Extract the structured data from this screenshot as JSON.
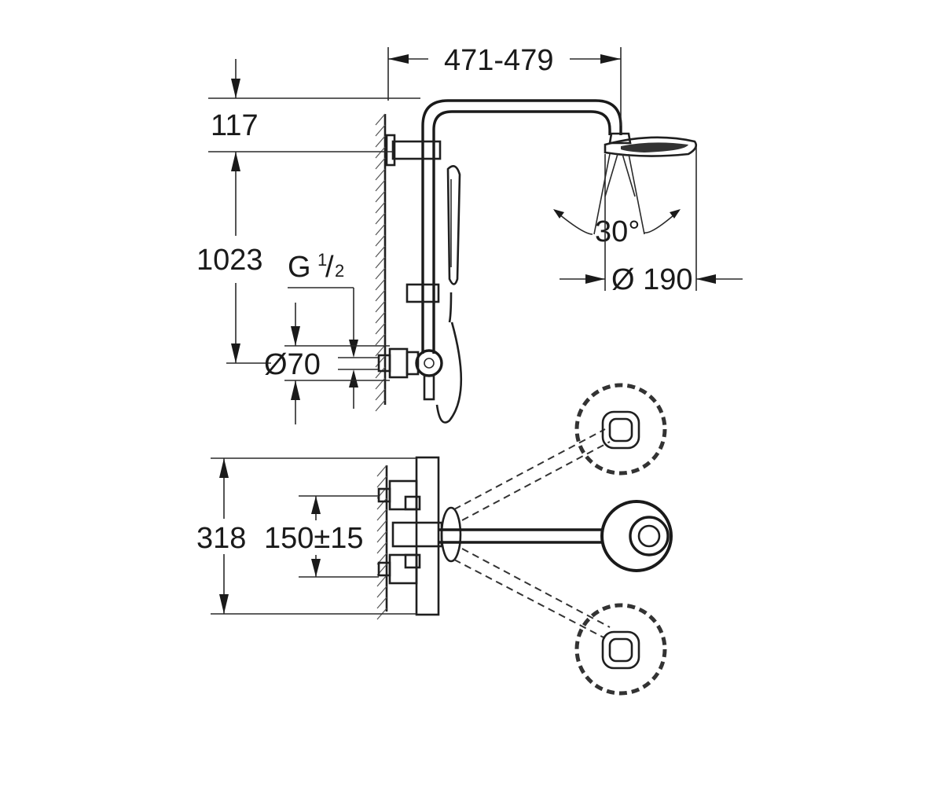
{
  "dimensions": {
    "arm_reach": "471-479",
    "top_offset": "117",
    "rail_height": "1023",
    "thread": "G",
    "thread_num": "1",
    "thread_den": "2",
    "valve_diameter": "Ø70",
    "spray_angle": "30°",
    "head_diameter": "Ø 190",
    "plan_width": "318",
    "centres": "150±15"
  }
}
